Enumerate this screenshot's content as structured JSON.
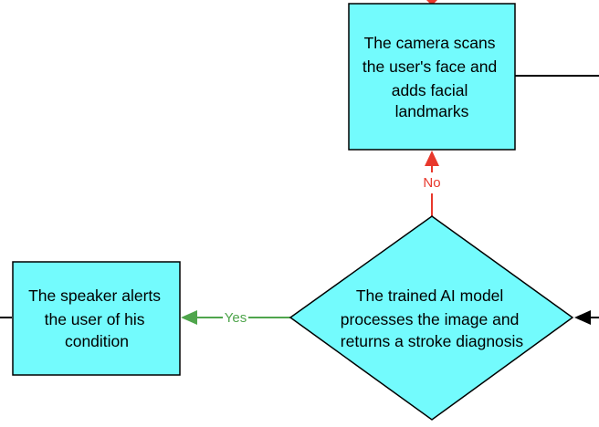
{
  "colors": {
    "node_fill": "#73fbfd",
    "node_stroke": "#000000",
    "no_edge": "#e8382c",
    "yes_edge": "#4fa54c",
    "edge_default": "#000000"
  },
  "nodes": {
    "camera_scan": {
      "lines": [
        "The camera scans",
        "the user's face and",
        "adds facial",
        "landmarks"
      ]
    },
    "ai_model": {
      "lines": [
        "The trained AI model",
        "processes the image and",
        "returns a stroke diagnosis"
      ]
    },
    "speaker_alert": {
      "lines": [
        "The speaker alerts",
        "the user of his",
        "condition"
      ]
    }
  },
  "edges": {
    "no_label": "No",
    "yes_label": "Yes"
  }
}
